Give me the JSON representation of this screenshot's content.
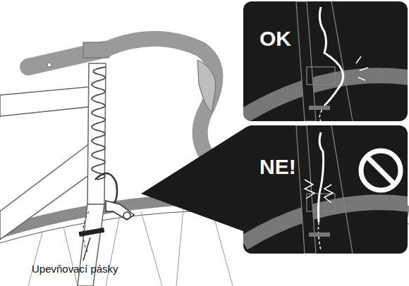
{
  "diagram": {
    "labels": [
      "OK",
      "NE!",
      "Upevňovací pásky"
    ]
  }
}
